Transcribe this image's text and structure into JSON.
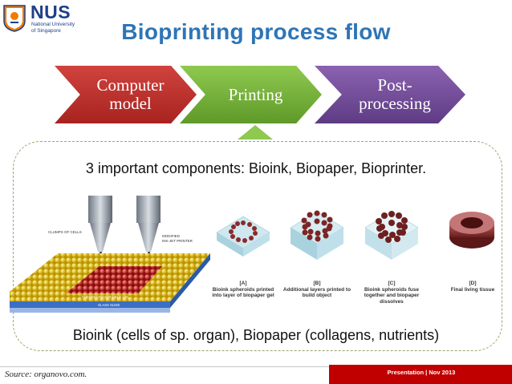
{
  "logo": {
    "text": "NUS",
    "line1": "National University",
    "line2": "of Singapore",
    "colors": {
      "blue": "#1f3f8a",
      "orange": "#ef7c00"
    }
  },
  "title": "Bioprinting process flow",
  "flow": {
    "steps": [
      {
        "label": "Computer\nmodel",
        "color": "#c0362f"
      },
      {
        "label": "Printing",
        "color": "#7db541"
      },
      {
        "label": "Post-\nprocessing",
        "color": "#7550a0"
      }
    ]
  },
  "components_text": "3 important components: Bioink, Biopaper, Bioprinter.",
  "illustration": {
    "printer_labels": [
      "CLUMPS OF CELLS",
      "MODIFIED\nINK-JET PRINTER",
      "THERMO-REVERSIBLE GEL",
      "GLASS SLIDE"
    ],
    "stages": [
      {
        "tag": "[A]",
        "caption": "Bioink spheroids printed into layer of biopaper gel",
        "icon": "ring-single-layer-icon"
      },
      {
        "tag": "[B]",
        "caption": "Additional layers printed to build object",
        "icon": "ring-stack-icon"
      },
      {
        "tag": "[C]",
        "caption": "Bioink spheroids fuse together and biopaper dissolves",
        "icon": "ring-fused-icon"
      },
      {
        "tag": "[D]",
        "caption": "Final living tissue",
        "icon": "tissue-torus-icon"
      }
    ]
  },
  "bioink_text": "Bioink (cells of sp. organ), Biopaper (collagens, nutrients)",
  "footer": {
    "source": "Source: organovo.com.",
    "presentation": "Presentation | Nov 2013",
    "accent": "#c00000"
  }
}
